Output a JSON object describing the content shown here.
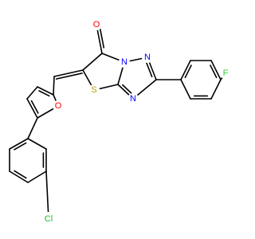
{
  "molecule": {
    "atom_labels": {
      "o_carbonyl": "O",
      "n_bridge": "N",
      "n_triazole_top": "N",
      "n_triazole_bottom": "N",
      "s_thiazole": "S",
      "o_furan": "O",
      "fluorine": "F",
      "chlorine": "Cl"
    },
    "colors": {
      "bond": "#000000",
      "oxygen": "#ff0000",
      "nitrogen": "#0000ff",
      "sulfur": "#b8a000",
      "fluorine": "#33cc33",
      "chlorine": "#1fbf1f",
      "background": "#ffffff"
    }
  }
}
